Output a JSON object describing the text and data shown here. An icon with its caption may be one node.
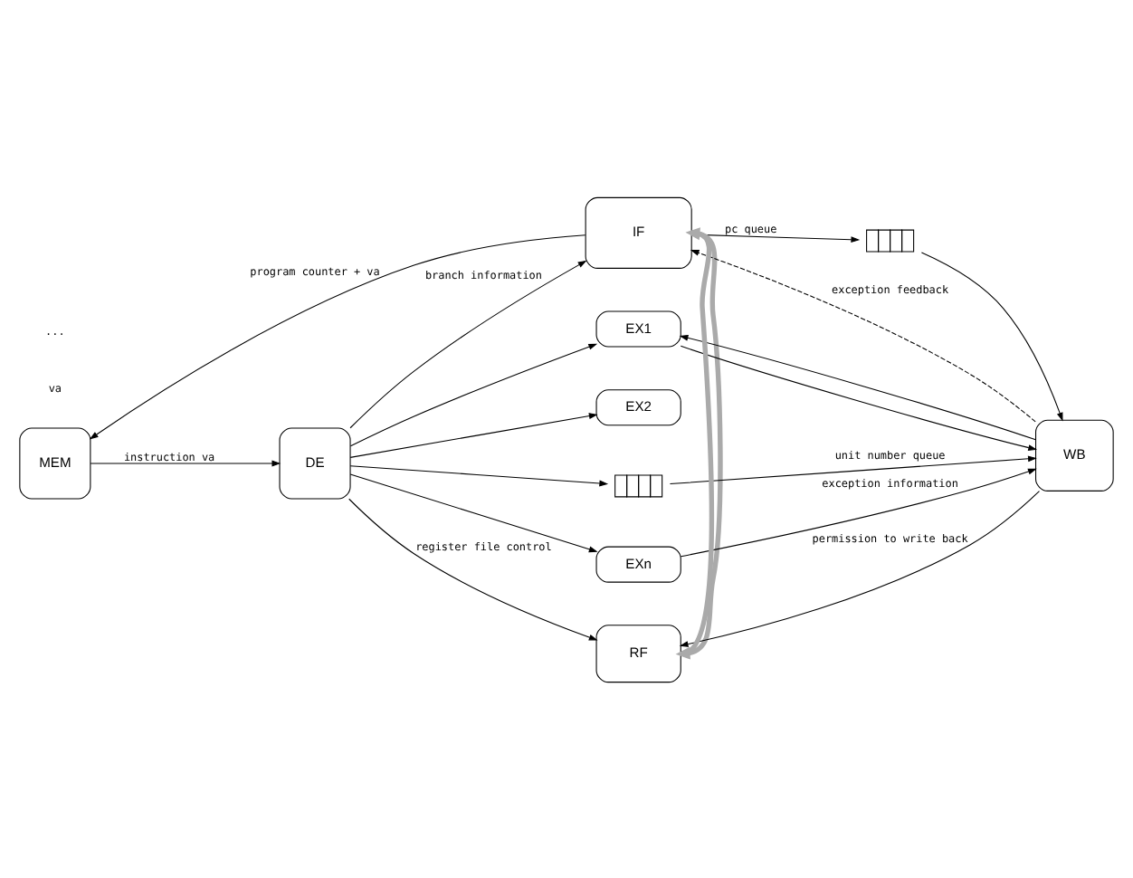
{
  "diagram": {
    "nodes": [
      {
        "text": [
          "IF"
        ]
      },
      {
        "text": [
          "MEM"
        ]
      },
      {
        "text": [
          "EX1"
        ]
      },
      {
        "text": [],
        "shape": "box"
      },
      {
        "text": [
          "EX2"
        ]
      },
      {
        "text": [
          "DE"
        ]
      },
      {
        "text": [],
        "shape": "box"
      },
      {
        "text": [
          "WB"
        ]
      },
      {
        "text": [
          "EXn"
        ]
      },
      {
        "text": [
          "RF"
        ]
      }
    ],
    "edges": [
      {
        "from": 0,
        "to": 1,
        "arrow": "to",
        "label": "program counter + va"
      },
      {
        "from": 1,
        "to": 5,
        "arrow": "to",
        "label": "instruction va"
      },
      {
        "from": 5,
        "to": 0,
        "arrow": "to",
        "label": "branch information"
      },
      {
        "from": 5,
        "to": 2,
        "arrow": "to"
      },
      {
        "from": 5,
        "to": 4,
        "arrow": "to"
      },
      {
        "from": 5,
        "to": 6,
        "arrow": "to"
      },
      {
        "from": 5,
        "to": 8,
        "arrow": "to"
      },
      {
        "from": 5,
        "to": 9,
        "arrow": "to",
        "label": "register file control"
      },
      {
        "from": 0,
        "to": 3,
        "arrow": "to",
        "label": "pc queue"
      },
      {
        "from": 3,
        "to": 7,
        "arrow": "to"
      },
      {
        "from": 7,
        "to": 0,
        "arrow": "to",
        "label": "exception feedback",
        "style": "dashed"
      },
      {
        "from": 7,
        "to": 2,
        "arrow": "to"
      },
      {
        "from": 2,
        "to": 7,
        "arrow": "to"
      },
      {
        "from": 6,
        "to": 7,
        "arrow": "to",
        "label": "unit number queue"
      },
      {
        "from": 8,
        "to": 7,
        "arrow": "to",
        "label": "exception information"
      },
      {
        "from": 7,
        "to": 9,
        "arrow": "to",
        "label": "permission to write back"
      },
      {
        "from": 9,
        "to": 0,
        "arrow": "to",
        "style": "thick",
        "color": "#aaaaaa"
      },
      {
        "from": 0,
        "to": 9,
        "arrow": "to",
        "style": "thick",
        "color": "#aaaaaa"
      }
    ],
    "labels": [
      "va",
      "..."
    ]
  }
}
